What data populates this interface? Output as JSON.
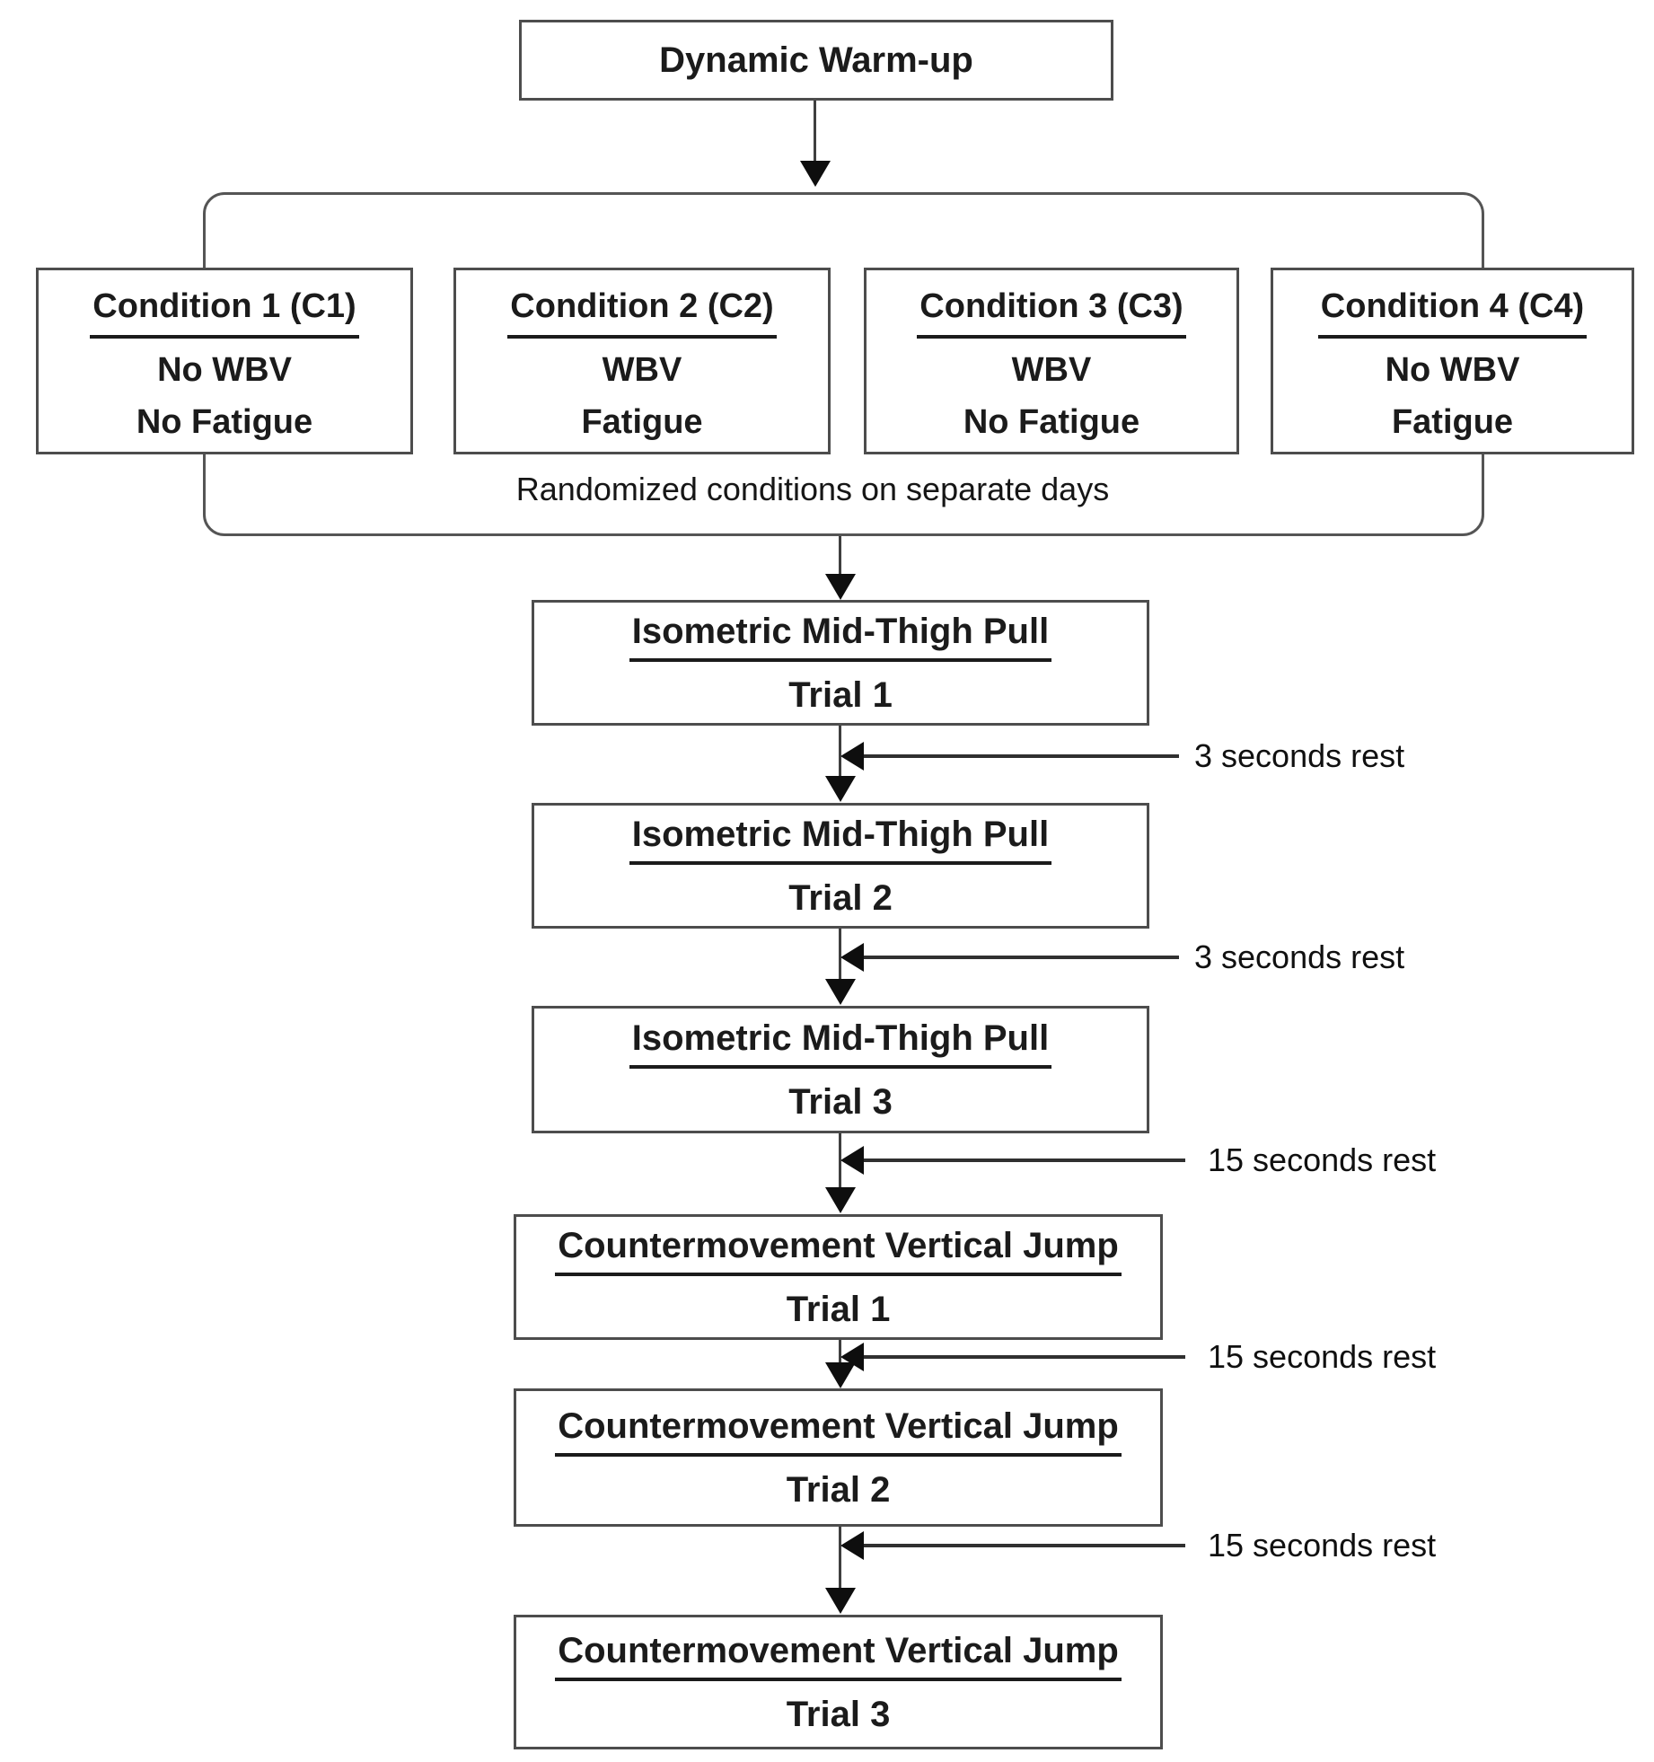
{
  "warmup": {
    "label": "Dynamic Warm-up"
  },
  "conditions": [
    {
      "title": "Condition 1 (C1)",
      "line1": "No WBV",
      "line2": "No Fatigue"
    },
    {
      "title": "Condition 2 (C2)",
      "line1": "WBV",
      "line2": "Fatigue"
    },
    {
      "title": "Condition 3 (C3)",
      "line1": "WBV",
      "line2": "No Fatigue"
    },
    {
      "title": "Condition 4 (C4)",
      "line1": "No WBV",
      "line2": "Fatigue"
    }
  ],
  "randomized_note": "Randomized conditions on separate days",
  "trials": [
    {
      "title": "Isometric Mid-Thigh Pull",
      "subtitle": "Trial 1"
    },
    {
      "title": "Isometric Mid-Thigh Pull",
      "subtitle": "Trial 2"
    },
    {
      "title": "Isometric Mid-Thigh Pull",
      "subtitle": "Trial 3"
    },
    {
      "title": "Countermovement Vertical Jump",
      "subtitle": "Trial 1"
    },
    {
      "title": "Countermovement Vertical Jump",
      "subtitle": "Trial 2"
    },
    {
      "title": "Countermovement Vertical Jump",
      "subtitle": "Trial 3"
    }
  ],
  "rest_labels": [
    "3 seconds rest",
    "3 seconds rest",
    "15 seconds rest",
    "15 seconds rest",
    "15 seconds rest"
  ],
  "colors": {
    "background": "#ffffff",
    "box_border": "#4d4d4d",
    "line": "#3f3f3f",
    "arrowhead": "#0e0e0e",
    "text": "#1b1b1b"
  }
}
